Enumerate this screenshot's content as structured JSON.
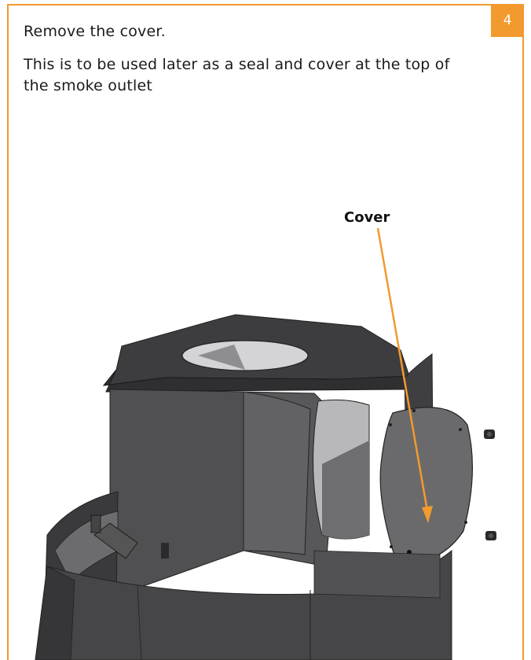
{
  "step": {
    "number": "4"
  },
  "instructions": {
    "line1": "Remove the cover.",
    "line2": "This is to be used later as a seal and cover at the top of the smoke outlet"
  },
  "illustration": {
    "callout_label": "Cover",
    "subject": "stove-body-with-removable-cover"
  },
  "colors": {
    "accent": "#f29a2e",
    "stove_dark": "#4a4a4c",
    "stove_mid": "#5c5c5e",
    "stove_light": "#8e8e90",
    "arrow": "#f29a2e"
  }
}
